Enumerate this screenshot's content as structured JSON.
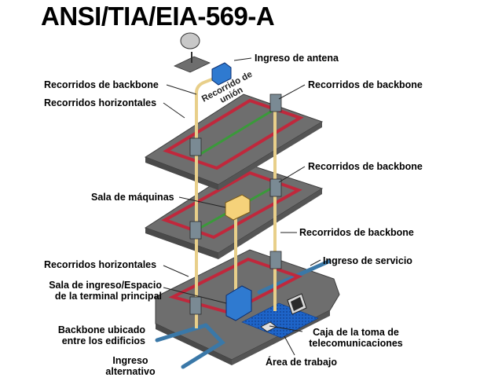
{
  "title": "ANSI/TIA/EIA-569-A",
  "labels": {
    "antenna_entrance": "Ingreso de antena",
    "backbone_left": "Recorridos de backbone",
    "horizontal_top": "Recorridos horizontales",
    "backbone_right_1": "Recorridos de backbone",
    "backbone_right_2": "Recorridos de backbone",
    "backbone_right_3": "Recorridos de backbone",
    "machine_room": "Sala de máquinas",
    "horizontal_bottom": "Recorridos horizontales",
    "service_entrance": "Ingreso de servicio",
    "entrance_room_1": "Sala de ingreso/Espacio",
    "entrance_room_2": "de la terminal principal",
    "backbone_buildings_1": "Backbone ubicado",
    "backbone_buildings_2": "entre los edificios",
    "telecom_outlet_1": "Caja de la toma de",
    "telecom_outlet_2": "telecomunicaciones",
    "work_area": "Área de trabajo",
    "alt_entrance_1": "Ingreso",
    "alt_entrance_2": "alternativo",
    "union_1": "Recorrido de",
    "union_2": "unión"
  },
  "colors": {
    "floor": "#6e6e6e",
    "floor_edge": "#3c3c3c",
    "horizontal_path": "#c0283c",
    "backbone_riser": "#e8cf8a",
    "bonding_path": "#3a9a3a",
    "service_conduit": "#3a78a8",
    "telecom_box": "#2f7ad0",
    "machine_room_box": "#f5d27a",
    "work_area": "#1e64c8"
  }
}
